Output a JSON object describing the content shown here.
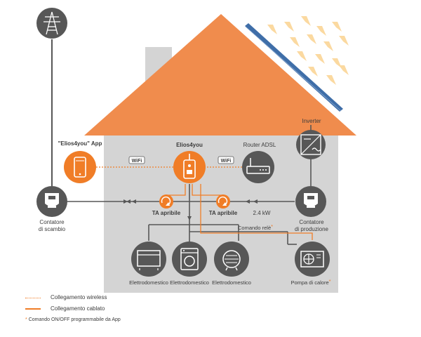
{
  "labels": {
    "app": "\"Elios4you\" App",
    "elios": "Elios4you",
    "router": "Router ADSL",
    "inverter": "Inverter",
    "wifi": "WiFi",
    "meter_exchange_l1": "Contatore",
    "meter_exchange_l2": "di scambio",
    "meter_production_l1": "Contatore",
    "meter_production_l2": "di produzione",
    "ta_left": "TA apribile",
    "ta_right": "TA apribile",
    "power": "2.4 kW",
    "relay": "Comando relè",
    "appliance1": "Elettrodomestico",
    "appliance2": "Elettrodomestico",
    "appliance3": "Elettrodomestico",
    "heat_pump": "Pompa di calore",
    "star": "*"
  },
  "legend": {
    "wireless": "Collegamento wireless",
    "wired": "Collegamento cablato",
    "note_star": "*",
    "note": "Comando ON/OFF programmabile da App"
  },
  "colors": {
    "house": "#d4d4d4",
    "roof": "#f08c4d",
    "accent": "#f07d27",
    "icon": "#575757",
    "panel": "#3f6ea8",
    "sun": "#fbd9a0"
  },
  "icons": [
    "transmission-tower-icon",
    "smartphone-icon",
    "elios-device-icon",
    "router-icon",
    "inverter-icon",
    "meter-icon",
    "current-transformer-icon",
    "oven-icon",
    "washing-machine-icon",
    "fan-heater-icon",
    "heat-pump-icon",
    "sun-rays-icon",
    "solar-panel-icon",
    "wifi-icon"
  ]
}
